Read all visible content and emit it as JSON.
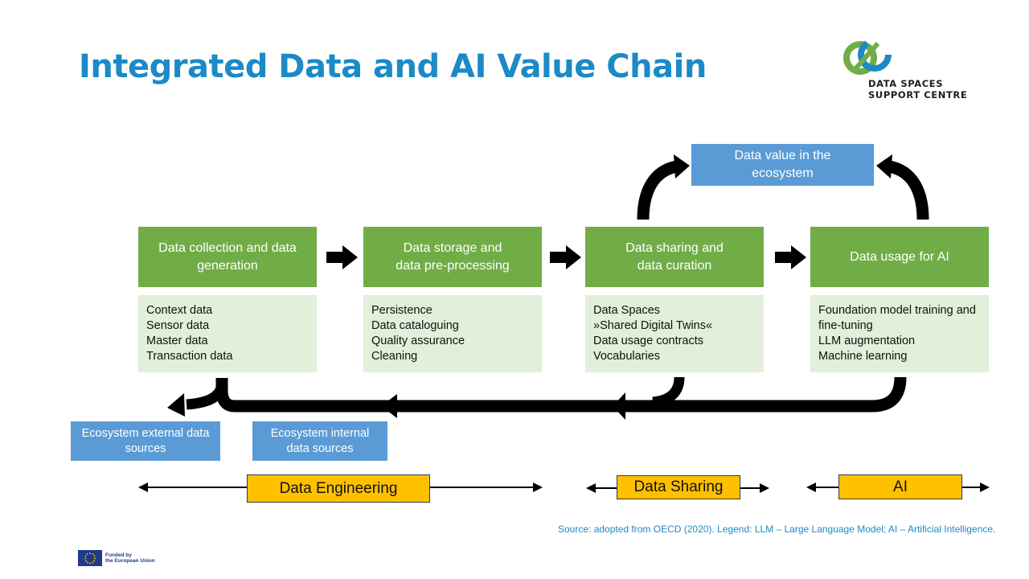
{
  "title": "Integrated Data and AI Value Chain",
  "logo": {
    "line1": "DATA SPACES",
    "line2": "SUPPORT CENTRE",
    "colors": {
      "green": "#70ad47",
      "blue": "#1b8ac6"
    }
  },
  "value_box": {
    "line1": "Data value in the",
    "line2": "ecosystem"
  },
  "stages": [
    {
      "line1": "Data collection and data",
      "line2": "generation",
      "items": [
        "Context data",
        "Sensor data",
        "Master data",
        "Transaction data"
      ]
    },
    {
      "line1": "Data storage and",
      "line2": "data pre-processing",
      "items": [
        "Persistence",
        "Data cataloguing",
        "Quality assurance",
        "Cleaning"
      ]
    },
    {
      "line1": "Data sharing and",
      "line2": "data curation",
      "items": [
        "Data Spaces",
        "»Shared Digital Twins«",
        "Data usage contracts",
        "Vocabularies"
      ]
    },
    {
      "line1": "Data usage for AI",
      "line2": "",
      "items": [
        "Foundation model training and",
        "fine-tuning",
        "LLM augmentation",
        "Machine learning"
      ]
    }
  ],
  "sources": {
    "external": {
      "line1": "Ecosystem external data",
      "line2": "sources"
    },
    "internal": {
      "line1": "Ecosystem internal",
      "line2": "data sources"
    }
  },
  "phases": {
    "engineering": "Data Engineering",
    "sharing": "Data Sharing",
    "ai": "AI"
  },
  "source_note": "Source: adopted from OECD (2020). Legend: LLM – Large Language Model; AI – Artificial Intelligence.",
  "eu": {
    "line1": "Funded by",
    "line2": "the European Union"
  },
  "colors": {
    "title": "#1b8ac6",
    "stage": "#70ad47",
    "detail": "#e2efda",
    "blue_box": "#5b9bd5",
    "phase": "#ffc000",
    "arrow": "#000000"
  }
}
